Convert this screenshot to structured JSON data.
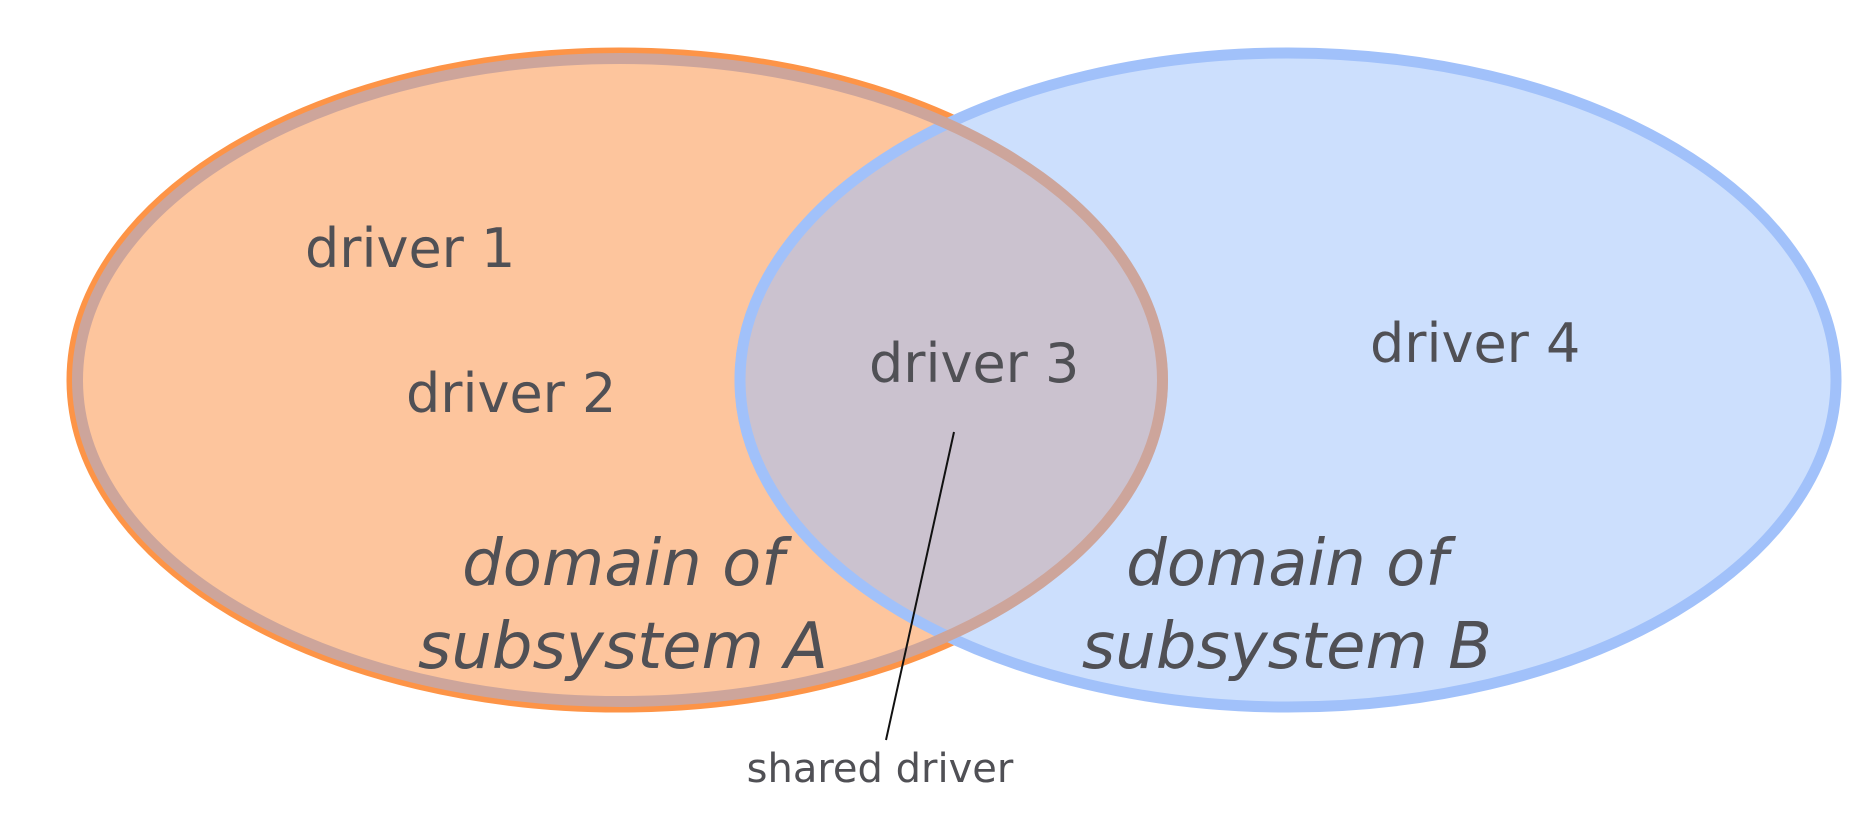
{
  "colors": {
    "domain_a_fill": "#fdc59d",
    "domain_a_stroke": "#fd9447",
    "domain_b_fill": "#ccdffd",
    "domain_b_stroke": "#a1c1fa",
    "overlap_fill": "#cbc2cf",
    "overlap_stroke": "#cda59b",
    "text": "#505055",
    "leader_line": "#111111"
  },
  "drivers": {
    "d1": "driver 1",
    "d2": "driver 2",
    "d3": "driver 3",
    "d4": "driver 4"
  },
  "domains": {
    "a_line1": "domain of",
    "a_line2": "subsystem A",
    "b_line1": "domain of",
    "b_line2": "subsystem B"
  },
  "annotation": {
    "shared": "shared driver"
  }
}
